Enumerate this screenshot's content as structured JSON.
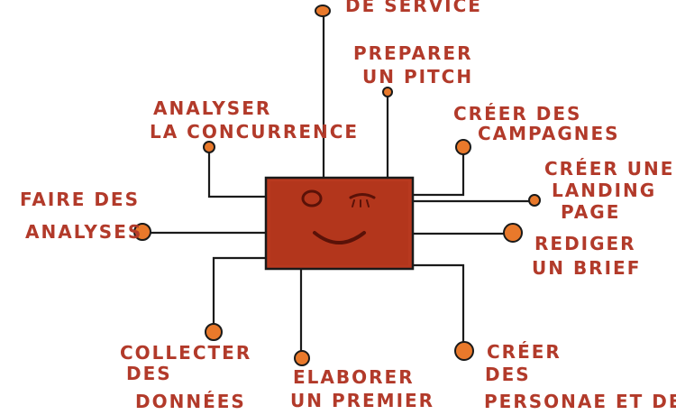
{
  "colors": {
    "chip_fill": "#b8391f",
    "chip_edge": "#1a1a1a",
    "node_fill": "#e9792b",
    "label": "#b23a2a"
  },
  "nodes": [
    {
      "id": "service",
      "lines": [
        "DE SERVICE"
      ]
    },
    {
      "id": "pitch",
      "lines": [
        "PREPARER",
        "UN PITCH"
      ]
    },
    {
      "id": "concurrence",
      "lines": [
        "ANALYSER",
        "LA CONCURRENCE"
      ]
    },
    {
      "id": "campagnes",
      "lines": [
        "CRÉER DES",
        "CAMPAGNES"
      ]
    },
    {
      "id": "analyses",
      "lines": [
        "FAIRE DES",
        "ANALYSES"
      ]
    },
    {
      "id": "landing",
      "lines": [
        "CRÉER UNE",
        "LANDING",
        "PAGE"
      ]
    },
    {
      "id": "brief",
      "lines": [
        "REDIGER",
        "UN BRIEF"
      ]
    },
    {
      "id": "donnees",
      "lines": [
        "COLLECTER",
        "DES",
        "DONNÉES"
      ]
    },
    {
      "id": "premier",
      "lines": [
        "ELABORER",
        "UN PREMIER"
      ]
    },
    {
      "id": "personae",
      "lines": [
        "CRÉER",
        "DES",
        "PERSONAE ET DES"
      ]
    }
  ]
}
